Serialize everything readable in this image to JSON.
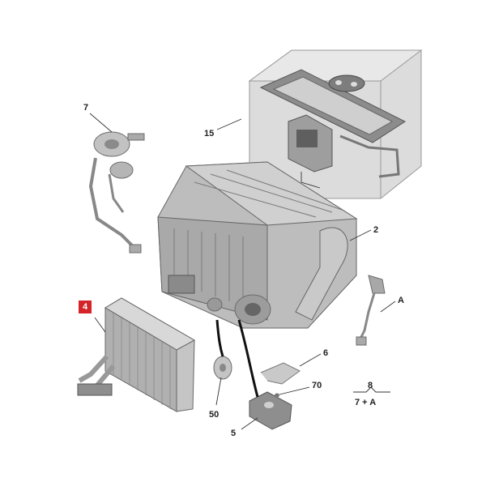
{
  "labels": {
    "l7": "7",
    "l15": "15",
    "l2": "2",
    "l4": "4",
    "lA": "A",
    "l6": "6",
    "l70": "70",
    "l8": "8",
    "l8sub": "7 + A",
    "l50": "50",
    "l5": "5"
  },
  "colors": {
    "highlight": "#d4242a",
    "filter_box": "#d9d9d9",
    "housing": "#bdbdbd"
  }
}
